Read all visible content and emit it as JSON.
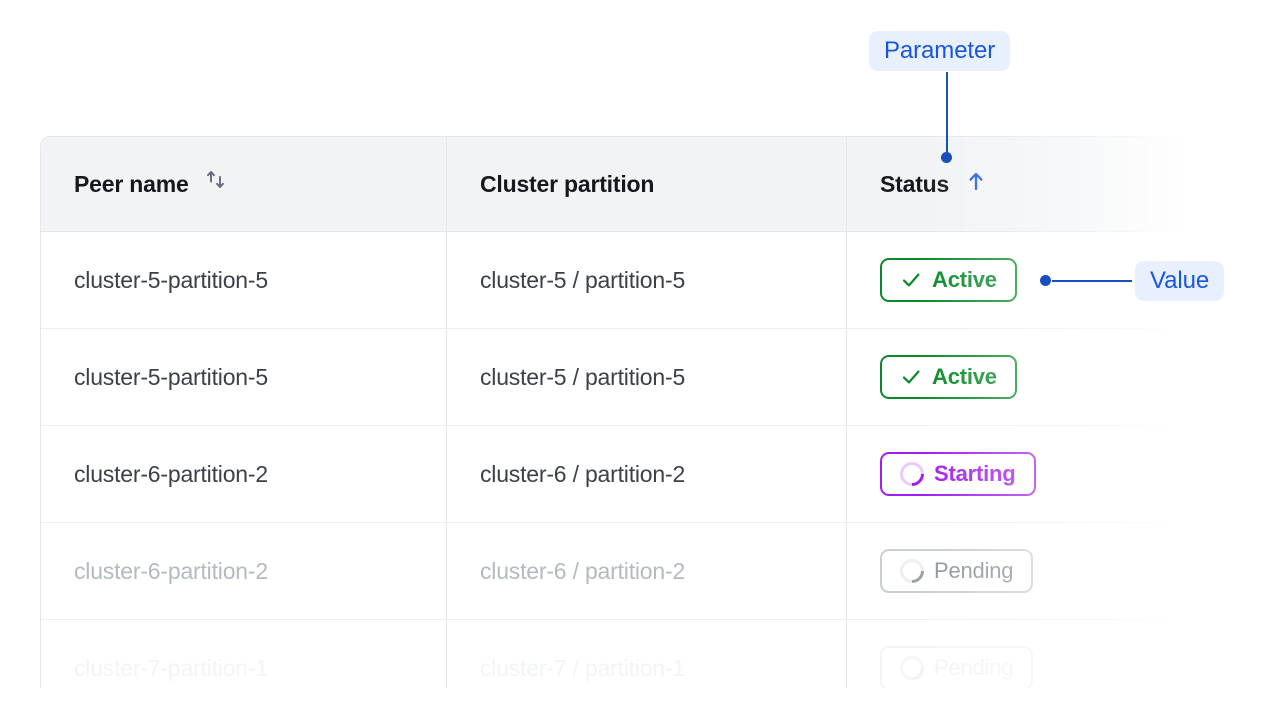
{
  "table": {
    "columns": [
      {
        "label": "Peer name",
        "sort_icon": "sort-both-arrows-icon",
        "sorted": false
      },
      {
        "label": "Cluster partition",
        "sort_icon": null,
        "sorted": false
      },
      {
        "label": "Status",
        "sort_icon": "sort-arrow-up-icon",
        "sorted": true
      }
    ],
    "rows": [
      {
        "peer_name": "cluster-5-partition-5",
        "cluster_partition": "cluster-5 / partition-5",
        "status": {
          "label": "Active",
          "icon": "check-icon",
          "variant": "active"
        },
        "opacity": "full"
      },
      {
        "peer_name": "cluster-5-partition-5",
        "cluster_partition": "cluster-5 / partition-5",
        "status": {
          "label": "Active",
          "icon": "check-icon",
          "variant": "active"
        },
        "opacity": "full"
      },
      {
        "peer_name": "cluster-6-partition-2",
        "cluster_partition": "cluster-6 / partition-2",
        "status": {
          "label": "Starting",
          "icon": "spinner-icon",
          "variant": "starting"
        },
        "opacity": "full"
      },
      {
        "peer_name": "cluster-6-partition-2",
        "cluster_partition": "cluster-6 / partition-2",
        "status": {
          "label": "Pending",
          "icon": "spinner-icon",
          "variant": "pending"
        },
        "opacity": "dim"
      },
      {
        "peer_name": "cluster-7-partition-1",
        "cluster_partition": "cluster-7 / partition-1",
        "status": {
          "label": "Pending",
          "icon": "spinner-icon",
          "variant": "pending"
        },
        "opacity": "faded"
      }
    ]
  },
  "annotations": {
    "parameter": {
      "label": "Parameter"
    },
    "value": {
      "label": "Value"
    }
  },
  "colors": {
    "annotation_blue": "#1a56db",
    "annotation_line": "#184fc0",
    "annotation_pill_bg": "#e8f0fe",
    "status_active": "#0a8a2a",
    "status_starting": "#a21df0",
    "status_pending": "#8e959e",
    "header_bg": "#f1f3f5",
    "border": "#e3e6ea",
    "text_primary": "#15181c",
    "text_body": "#3c4149",
    "text_dim": "#b4bac1"
  }
}
